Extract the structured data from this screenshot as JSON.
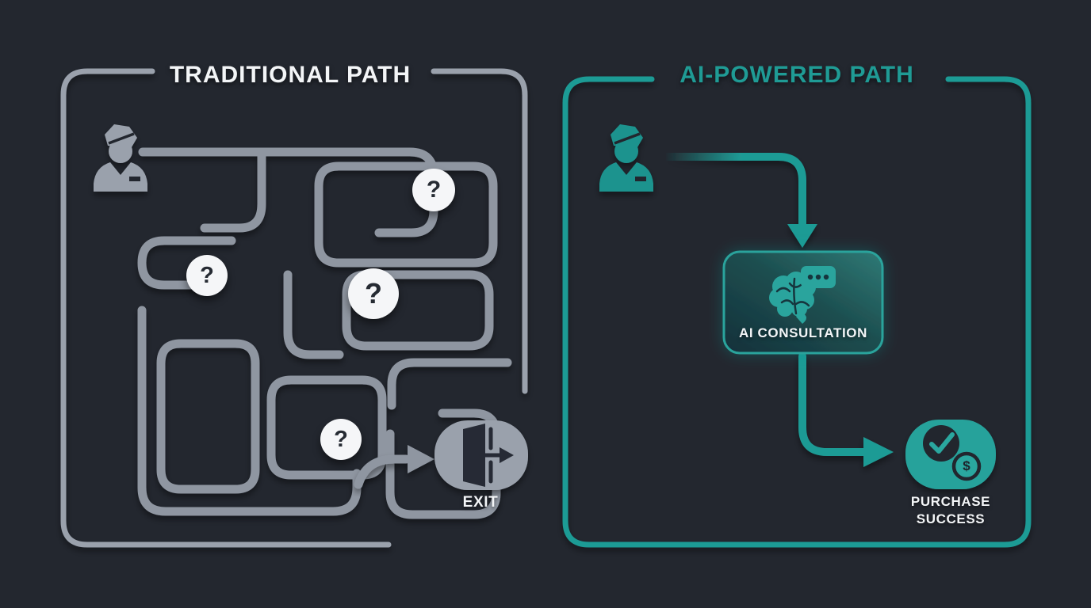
{
  "meta": {
    "background": "#23272f",
    "colors": {
      "maze_gray": "#8f96a1",
      "frame_gray": "#9aa1ac",
      "teal": "#1f9b95",
      "teal_bright": "#28a39c",
      "white": "#f3f5f7",
      "dark": "#232931"
    }
  },
  "left_panel": {
    "title": "TRADITIONAL PATH",
    "person_icon": "customer-person-icon",
    "maze_icon": "maze-paths",
    "question_marks": [
      "?",
      "?",
      "?",
      "?"
    ],
    "exit": {
      "label": "EXIT",
      "icon": "door-exit-icon"
    }
  },
  "right_panel": {
    "title": "AI-POWERED PATH",
    "person_icon": "customer-person-icon",
    "consultation": {
      "label": "AI CONSULTATION",
      "icon": "brain-chat-icon"
    },
    "success": {
      "line1": "PURCHASE",
      "line2": "SUCCESS",
      "check_icon": "check-icon",
      "dollar_glyph": "$"
    }
  }
}
